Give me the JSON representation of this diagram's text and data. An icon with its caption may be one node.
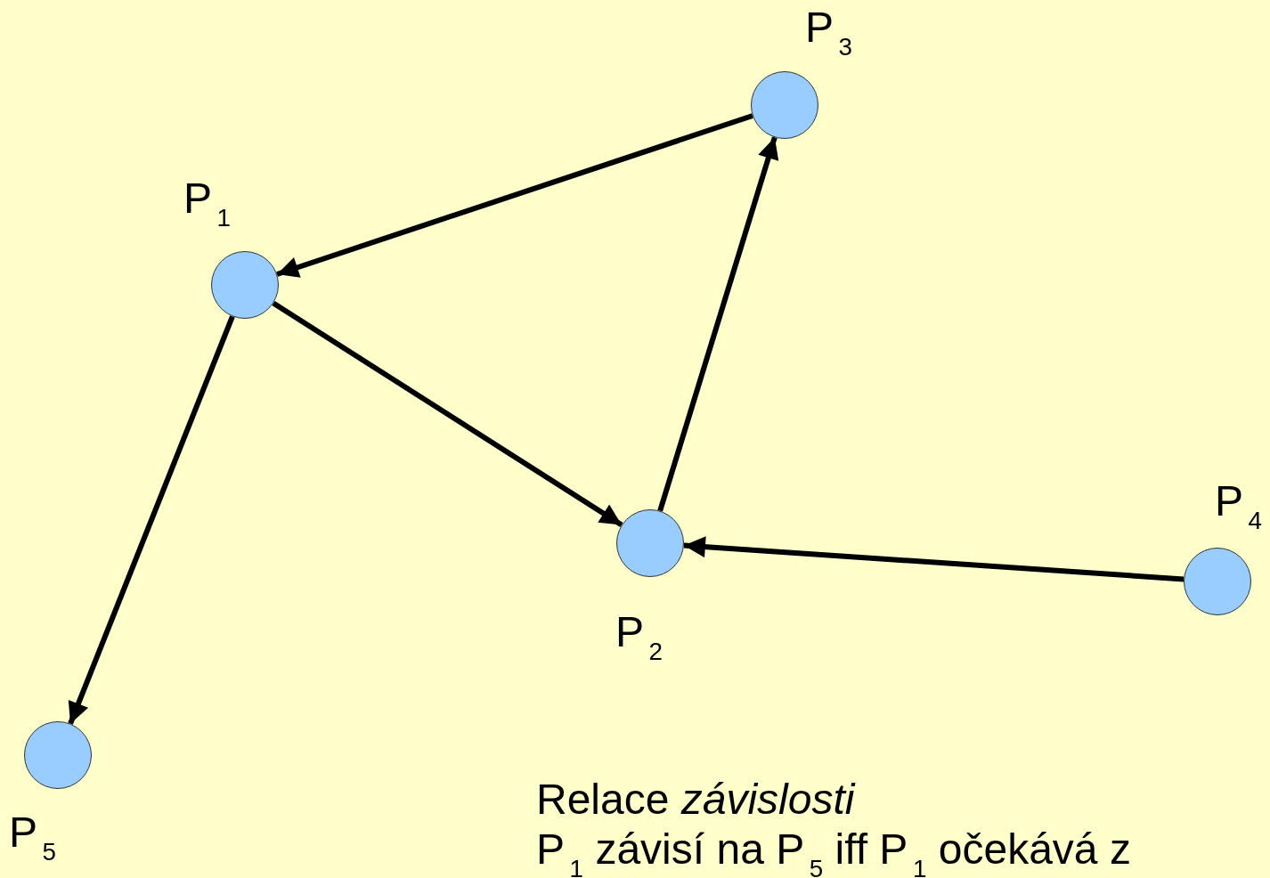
{
  "diagram": {
    "nodes": [
      {
        "text": [
          "P$_{3}$"
        ]
      },
      {
        "text": [
          "P$_{1}$"
        ]
      },
      {
        "text": [
          "P$_{2}$"
        ]
      },
      {
        "text": [
          "P$_{4}$"
        ]
      },
      {
        "text": [
          "P$_{5}$"
        ]
      }
    ],
    "edges": [
      {
        "from": 0,
        "to": 1,
        "arrow": "to"
      },
      {
        "from": 1,
        "to": 2,
        "arrow": "to"
      },
      {
        "from": 2,
        "to": 0,
        "arrow": "to"
      },
      {
        "from": 3,
        "to": 2,
        "arrow": "to"
      },
      {
        "from": 1,
        "to": 4,
        "arrow": "to"
      }
    ],
    "labels": [
      "Relace *závislosti*",
      "P$_{1}$ závisí na P$_{5}$ iff P$_{1}$ očekává z"
    ]
  }
}
